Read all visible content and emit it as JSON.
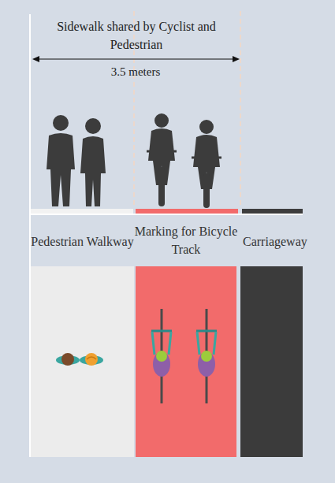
{
  "diagram": {
    "nodes": [
      {
        "text": [
          "Pedestrian Walkway"
        ]
      },
      {
        "text": [
          "Marking for Bicycle Track"
        ]
      },
      {
        "text": [
          "Carriageway"
        ]
      }
    ],
    "labels": [
      "Sidewalk shared by Cyclist and Pedestrian",
      "3.5 meters"
    ]
  }
}
